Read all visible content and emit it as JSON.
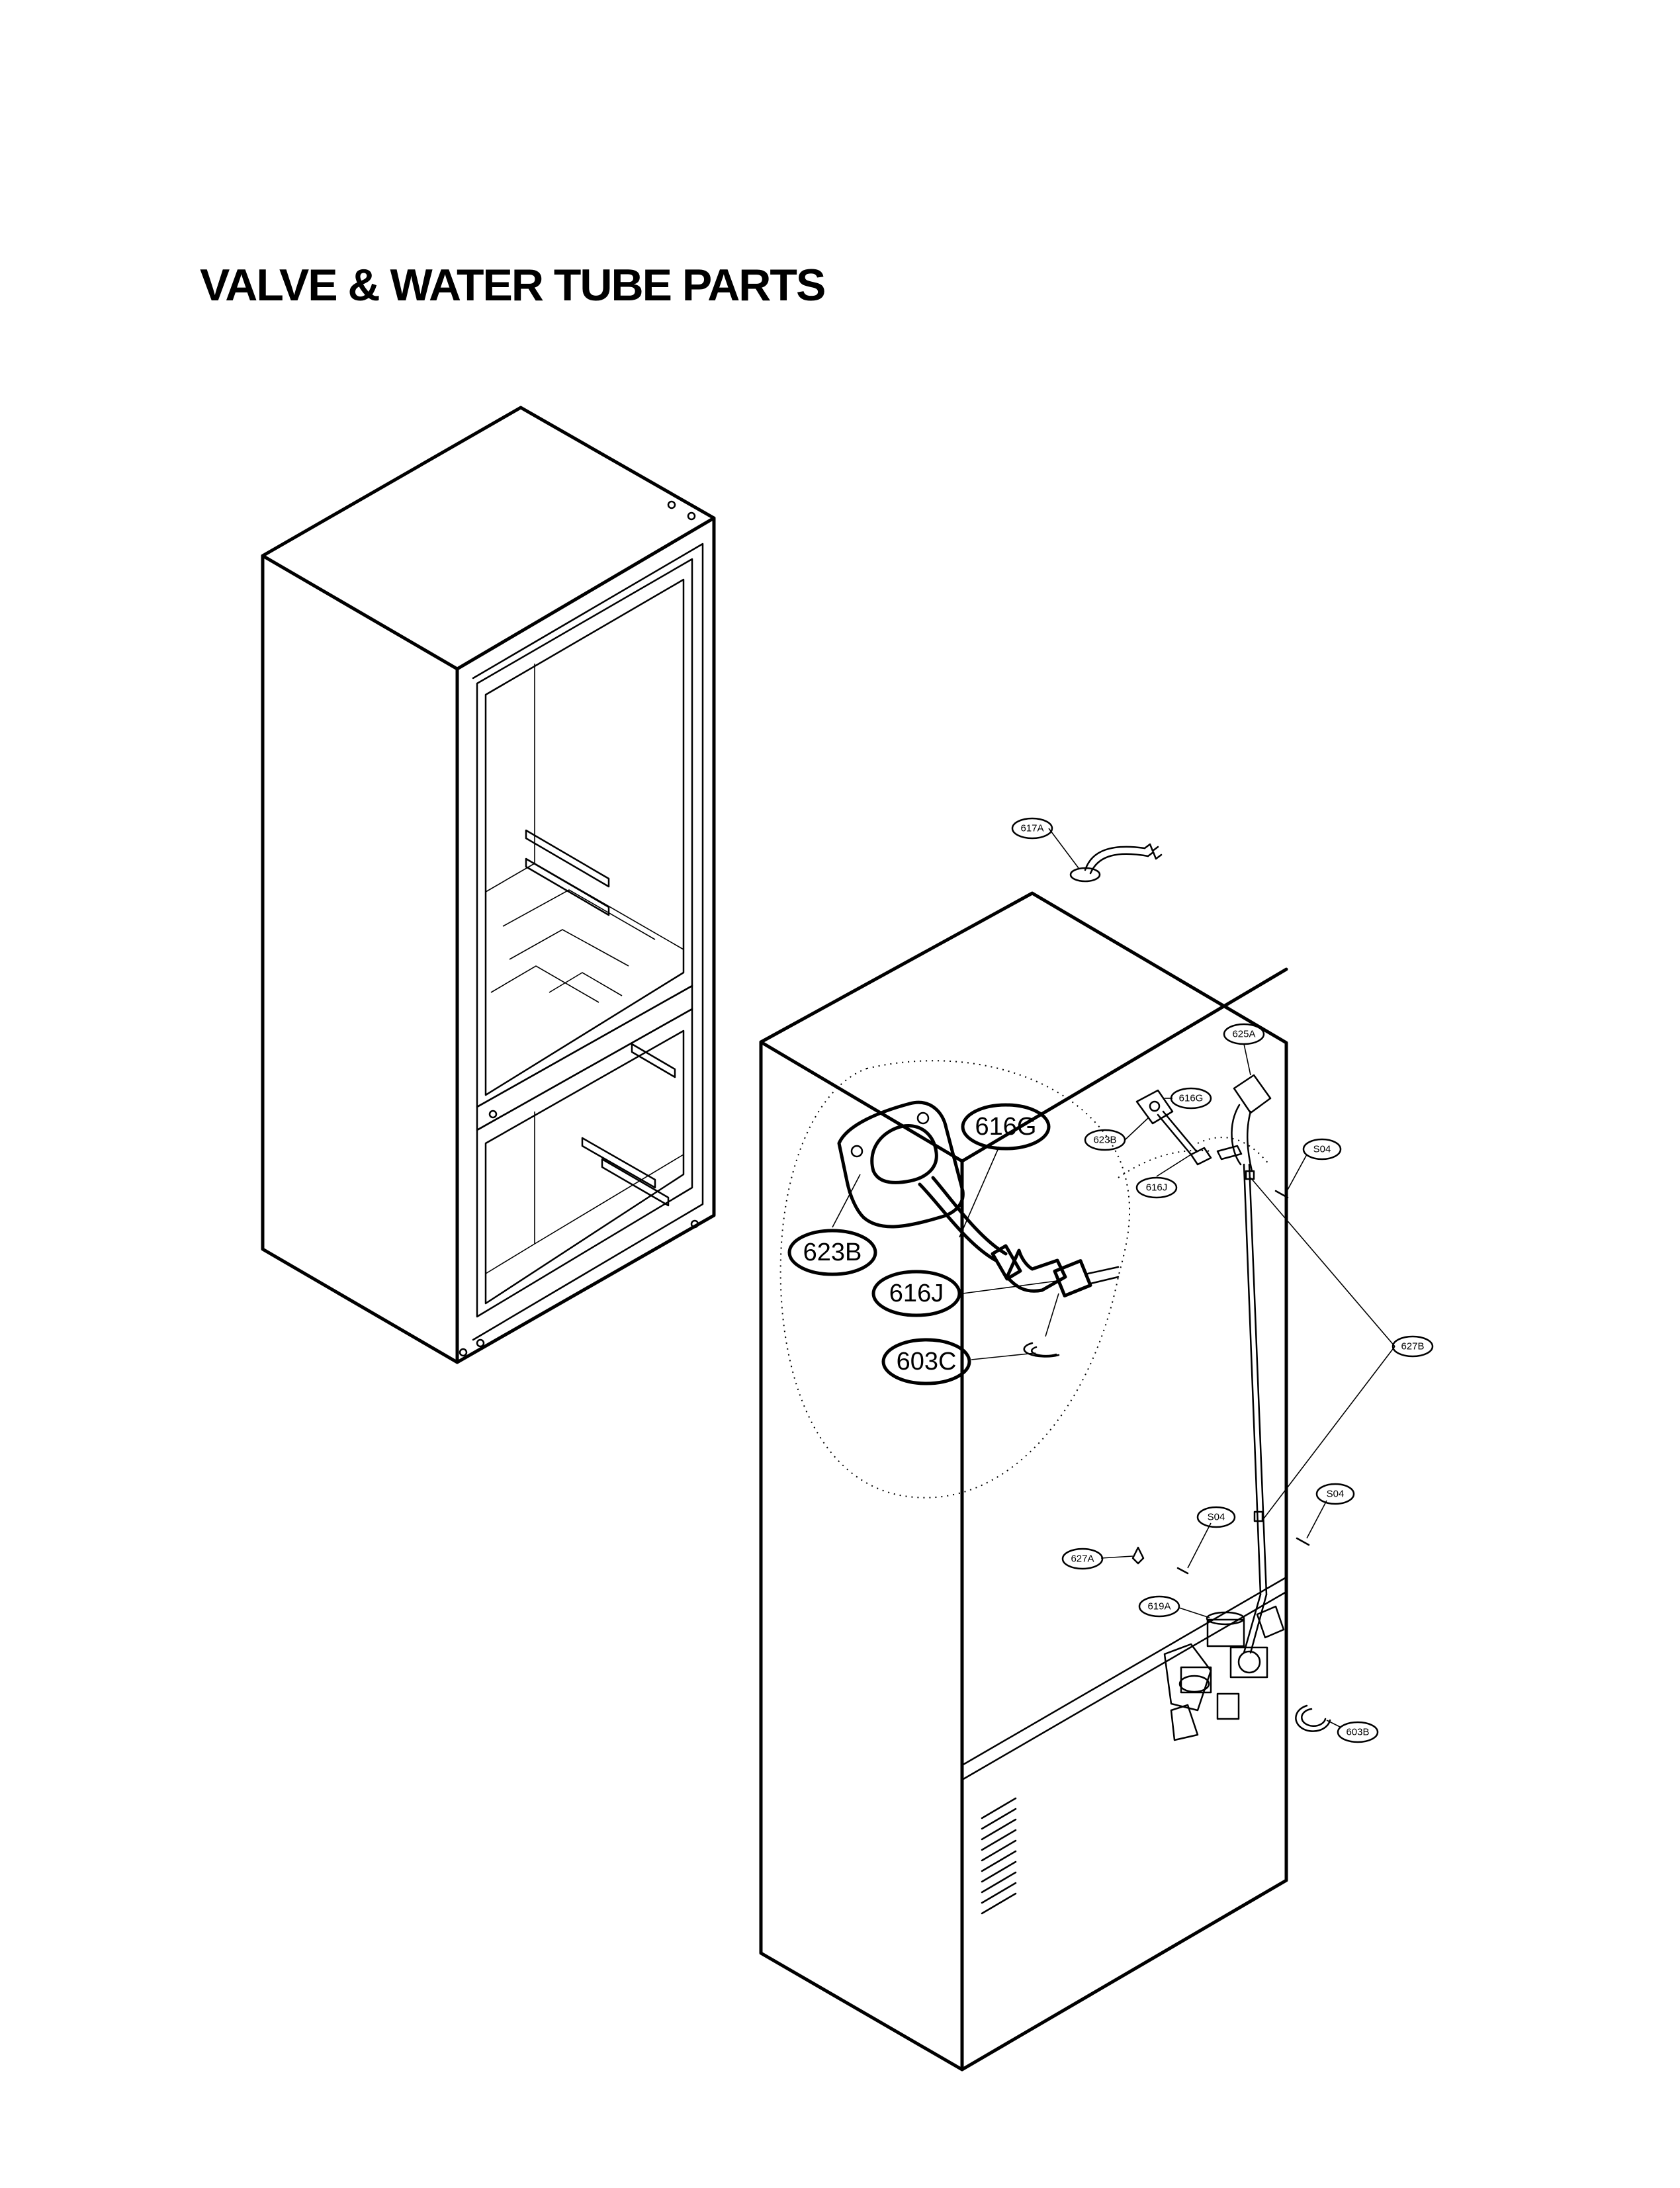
{
  "title": "VALVE & WATER TUBE PARTS",
  "callouts": {
    "p617A": "617A",
    "p625A": "625A",
    "p616G": "616G",
    "p623B": "623B",
    "p616J": "616J",
    "pS04a": "S04",
    "pS04b": "S04",
    "pS04c": "S04",
    "p627B": "627B",
    "p627A": "627A",
    "p619A": "619A",
    "p603B": "603B"
  },
  "detail": {
    "p616G": "616G",
    "p623B": "623B",
    "p616J": "616J",
    "p603C": "603C"
  }
}
